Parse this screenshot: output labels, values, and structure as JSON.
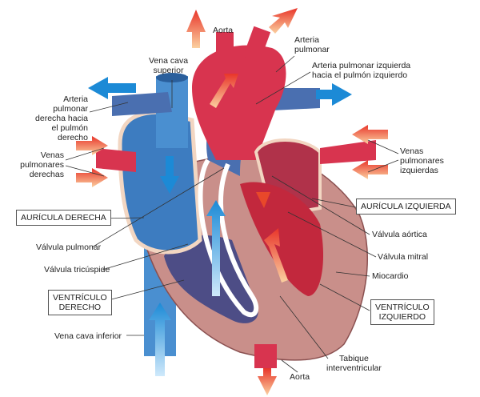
{
  "labels": {
    "aorta_top": "Aorta",
    "arteria_pulmonar": "Arteria\npulmonar",
    "vena_cava_superior": "Vena cava\nsuperior",
    "arteria_pulmonar_izquierda": "Arteria pulmonar izquierda\nhacia el pulmón izquierdo",
    "arteria_pulmonar_derecha": "Arteria\npulmonar\nderecha hacia\nel pulmón\nderecho",
    "venas_pulmonares_derechas": "Venas\npulmonares\nderechas",
    "venas_pulmonares_izquierdas": "Venas\npulmonares\nizquierdas",
    "auricula_derecha": "AURÍCULA DERECHA",
    "auricula_izquierda": "AURÍCULA IZQUIERDA",
    "valvula_pulmonar": "Válvula pulmonar",
    "valvula_aortica": "Válvula aórtica",
    "valvula_tricuspide": "Válvula tricúspide",
    "valvula_mitral": "Válvula mitral",
    "miocardio": "Miocardio",
    "ventriculo_derecho": "VENTRÍCULO\nDERECHO",
    "ventriculo_izquierdo": "VENTRÍCULO\nIZQUIERDO",
    "vena_cava_inferior": "Vena cava inferior",
    "tabique_interventricular": "Tabique\ninterventricular",
    "aorta_bottom": "Aorta"
  },
  "colors": {
    "oxygenated": "#d8344f",
    "deoxygenated": "#3f7fc4",
    "myocardium": "#c98f8a",
    "arrow_red": "#e8482a",
    "arrow_blue": "#1c8ad6"
  }
}
